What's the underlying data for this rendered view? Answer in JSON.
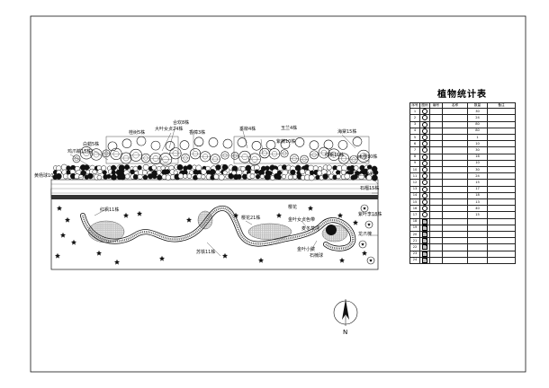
{
  "table": {
    "title": "植物统计表",
    "headers": [
      "序号",
      "图例",
      "编号",
      "名称",
      "数量",
      "备注"
    ],
    "rows": [
      {
        "no": "1",
        "name": "",
        "qty": "30",
        "note": ""
      },
      {
        "no": "2",
        "name": "",
        "qty": "24",
        "note": ""
      },
      {
        "no": "3",
        "name": "",
        "qty": "80",
        "note": ""
      },
      {
        "no": "4",
        "name": "",
        "qty": "80",
        "note": ""
      },
      {
        "no": "5",
        "name": "",
        "qty": "1",
        "note": ""
      },
      {
        "no": "6",
        "name": "",
        "qty": "10",
        "note": ""
      },
      {
        "no": "7",
        "name": "",
        "qty": "30",
        "note": ""
      },
      {
        "no": "8",
        "name": "",
        "qty": "16",
        "note": ""
      },
      {
        "no": "9",
        "name": "",
        "qty": "10",
        "note": ""
      },
      {
        "no": "10",
        "name": "",
        "qty": "30",
        "note": ""
      },
      {
        "no": "11",
        "name": "",
        "qty": "24",
        "note": ""
      },
      {
        "no": "12",
        "name": "",
        "qty": "15",
        "note": ""
      },
      {
        "no": "13",
        "name": "",
        "qty": "17",
        "note": ""
      },
      {
        "no": "14",
        "name": "",
        "qty": "18",
        "note": ""
      },
      {
        "no": "15",
        "name": "",
        "qty": "13",
        "note": ""
      },
      {
        "no": "16",
        "name": "",
        "qty": "40",
        "note": ""
      },
      {
        "no": "17",
        "name": "",
        "qty": "15",
        "note": ""
      },
      {
        "no": "18",
        "name": "",
        "qty": "",
        "note": ""
      },
      {
        "no": "19",
        "name": "",
        "qty": "",
        "note": ""
      },
      {
        "no": "20",
        "name": "",
        "qty": "",
        "note": ""
      },
      {
        "no": "21",
        "name": "",
        "qty": "",
        "note": ""
      },
      {
        "no": "22",
        "name": "",
        "qty": "",
        "note": ""
      },
      {
        "no": "23",
        "name": "",
        "qty": "",
        "note": ""
      },
      {
        "no": "24",
        "name": "",
        "qty": "",
        "note": ""
      }
    ]
  },
  "labels": {
    "l1": "合欢8株",
    "l2": "桂树5株",
    "l3": "大叶女贞24株",
    "l4": "香樟3株",
    "l5": "垂柳4株",
    "l6": "玉兰4株",
    "l7": "白蜡5株",
    "l8": "鸡爪槭15株",
    "l9": "紫薇10株",
    "l10": "海棠15株",
    "l11": "红枫11株",
    "l12": "木槿10株",
    "l13": "广玉兰24株",
    "l14": "石榴15株",
    "l15": "紫叶李18株",
    "l16": "龙爪槐",
    "l17": "樱花21株",
    "l18": "金叶女贞色带",
    "l19": "红枫11株",
    "l20": "黄杨球10株",
    "l21": "樱花",
    "l22": "麦冬草坪",
    "l23": "苏铁11株",
    "l24": "金叶小檗",
    "l25": "石楠球"
  },
  "north_label": "N"
}
